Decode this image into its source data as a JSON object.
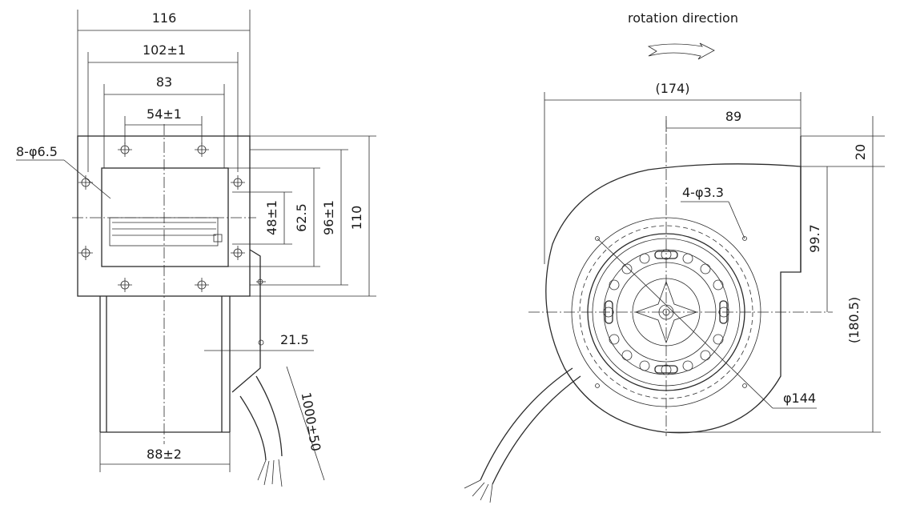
{
  "side_view": {
    "dims": {
      "width_total": "116",
      "width_mount": "102±1",
      "width_83": "83",
      "hole_pitch": "54±1",
      "holes": "8-φ6.5",
      "h_48": "48±1",
      "h_62": "62.5",
      "h_96": "96±1",
      "h_110": "110",
      "offset_21": "21.5",
      "outlet": "88±2",
      "cable": "1000±50"
    }
  },
  "front_view": {
    "rotation_label": "rotation direction",
    "dims": {
      "overall_width": "(174)",
      "offset_89": "89",
      "top_20": "20",
      "height_99": "99.7",
      "overall_height": "(180.5)",
      "screw_holes": "4-φ3.3",
      "diameter": "φ144"
    }
  }
}
